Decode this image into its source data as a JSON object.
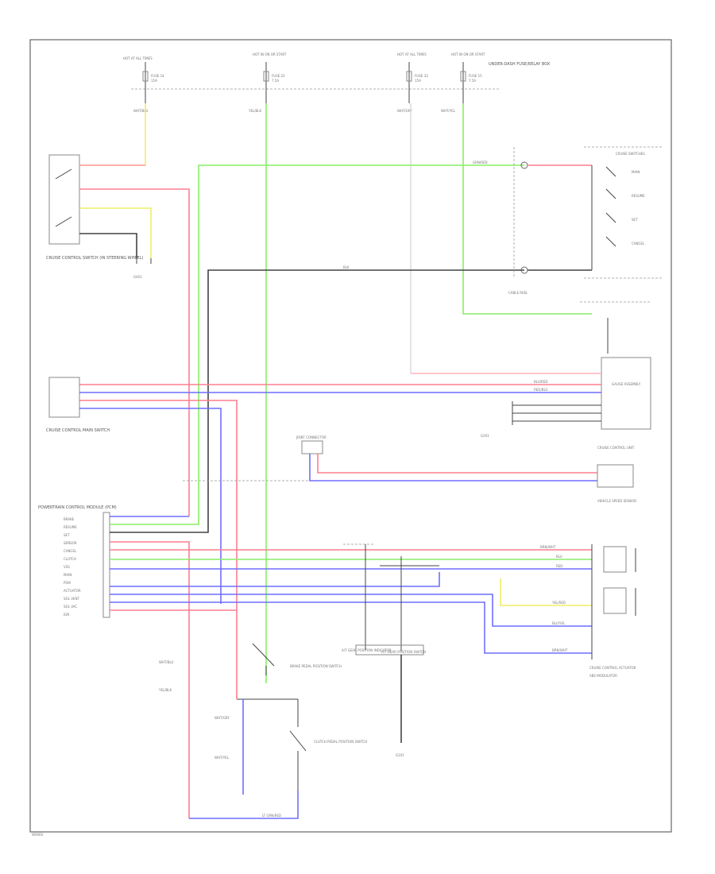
{
  "page": {
    "code": "W0000"
  },
  "colors": {
    "red": "#ff7f8f",
    "blue": "#6f6fff",
    "green": "#88ee66",
    "yellow": "#eeee66",
    "black": "#444444",
    "gray": "#999999"
  },
  "fuses": [
    {
      "title": "HOT AT ALL TIMES",
      "id": "FUSE 14",
      "amp": "15A",
      "wire": "WHT/BLU"
    },
    {
      "title": "HOT IN ON OR START",
      "id": "FUSE 22",
      "amp": "7.5A",
      "wire": "YEL/BLK"
    },
    {
      "title": "HOT AT ALL TIMES",
      "id": "FUSE 33",
      "amp": "15A",
      "wire": "WHT/GRY"
    },
    {
      "title": "HOT IN ON OR START",
      "id": "FUSE 15",
      "amp": "7.5A",
      "wire": "WHT/YEL"
    }
  ],
  "fuse_panel_label": "UNDER-DASH FUSE/RELAY BOX",
  "components": {
    "cruise_control_switch": {
      "label": "CRUISE CONTROL SWITCH (IN STEERING WHEEL)"
    },
    "ground_left": {
      "label": "G401"
    },
    "cable_reel": {
      "label": "CABLE REEL"
    },
    "brake_pedal": {
      "label": "BRAKE PEDAL POSITION SWITCH"
    },
    "cruise_main_switch": {
      "label": "CRUISE CONTROL MAIN SWITCH"
    },
    "cruise_unit": {
      "label": "CRUISE CONTROL UNIT"
    },
    "gauge_assembly": {
      "label": "GAUGE ASSEMBLY"
    },
    "cruise_actuator": {
      "label": "CRUISE CONTROL ACTUATOR"
    },
    "ground_mid": {
      "label": "G201"
    },
    "connector_junction": {
      "label": "JOINT CONNECTOR"
    },
    "vss": {
      "label": "VEHICLE SPEED SENSOR"
    },
    "pcm": {
      "label": "POWERTRAIN CONTROL MODULE (PCM)"
    },
    "clutch_switch": {
      "label": "CLUTCH PEDAL POSITION SWITCH"
    },
    "shift_lock": {
      "label": "A/T GEAR POSITION SWITCH"
    },
    "ground_bottom": {
      "label": "G101"
    },
    "gear_switch": {
      "label": "A/T GEAR POSITION INDICATOR"
    },
    "abs_unit": {
      "label": "ABS MODULATOR"
    }
  },
  "switch_group": {
    "title": "CRUISE SWITCHES",
    "items": [
      "MAIN",
      "RESUME",
      "SET",
      "CANCEL"
    ]
  },
  "wire_labels": {
    "w1": "WHT/BLU",
    "w2": "YEL/BLK",
    "w3": "WHT/GRY",
    "w4": "WHT/YEL",
    "w5": "GRN/RED",
    "w6": "LT GRN/RED",
    "w7": "BLU/RED",
    "w8": "RED/BLU",
    "w9": "BRN/WHT",
    "w10": "BLU",
    "w11": "RED",
    "w12": "BLK",
    "w13": "BRN/WHT",
    "w14": "BLU/YEL",
    "w15": "YEL/RED"
  },
  "pcm_pins": [
    "BRAKE",
    "RESUME",
    "SET",
    "SENSOR",
    "CANCEL",
    "CLUTCH",
    "VSS",
    "MAIN",
    "PSW",
    "ACTUATOR",
    "SOL VENT",
    "SOL VAC",
    "IGN"
  ]
}
